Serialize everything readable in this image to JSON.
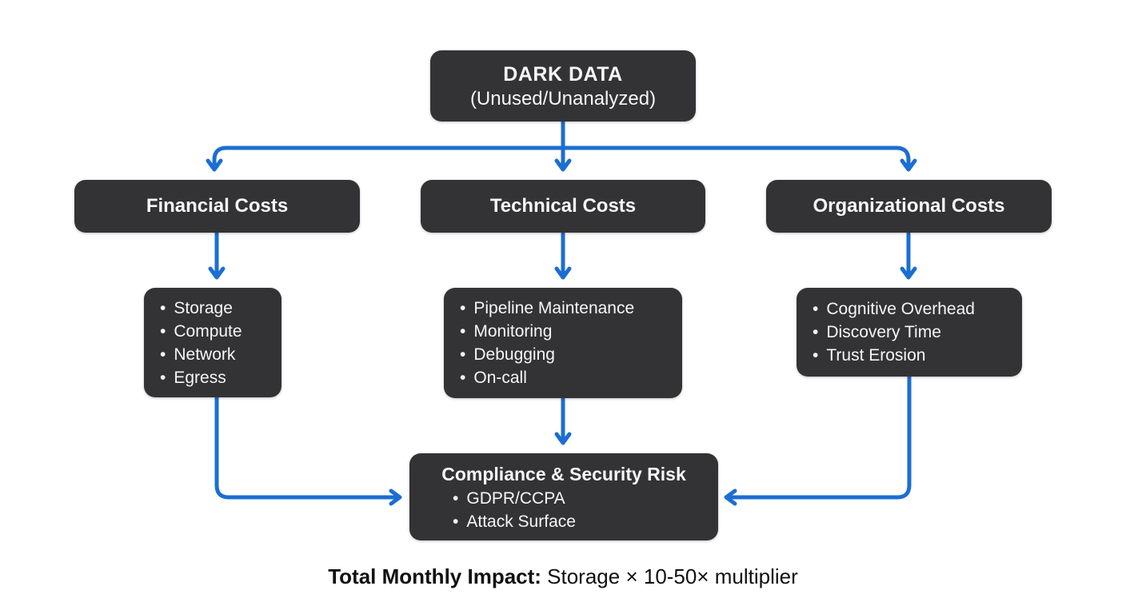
{
  "colors": {
    "background": "#ffffff",
    "box_bg": "#333336",
    "box_text": "#f6f6f6",
    "arrow": "#1b6ed3",
    "footer_text": "#111111"
  },
  "root": {
    "line1": "DARK DATA",
    "line2": "(Unused/Unanalyzed)"
  },
  "branches": [
    {
      "label": "Financial Costs",
      "items": [
        "Storage",
        "Compute",
        "Network",
        "Egress"
      ]
    },
    {
      "label": "Technical Costs",
      "items": [
        "Pipeline Maintenance",
        "Monitoring",
        "Debugging",
        "On-call"
      ]
    },
    {
      "label": "Organizational Costs",
      "items": [
        "Cognitive Overhead",
        "Discovery Time",
        "Trust Erosion"
      ]
    }
  ],
  "sink": {
    "title": "Compliance & Security Risk",
    "items": [
      "GDPR/CCPA",
      "Attack Surface"
    ]
  },
  "footer": {
    "label": "Total Monthly Impact:",
    "value": " Storage × 10-50× multiplier"
  }
}
